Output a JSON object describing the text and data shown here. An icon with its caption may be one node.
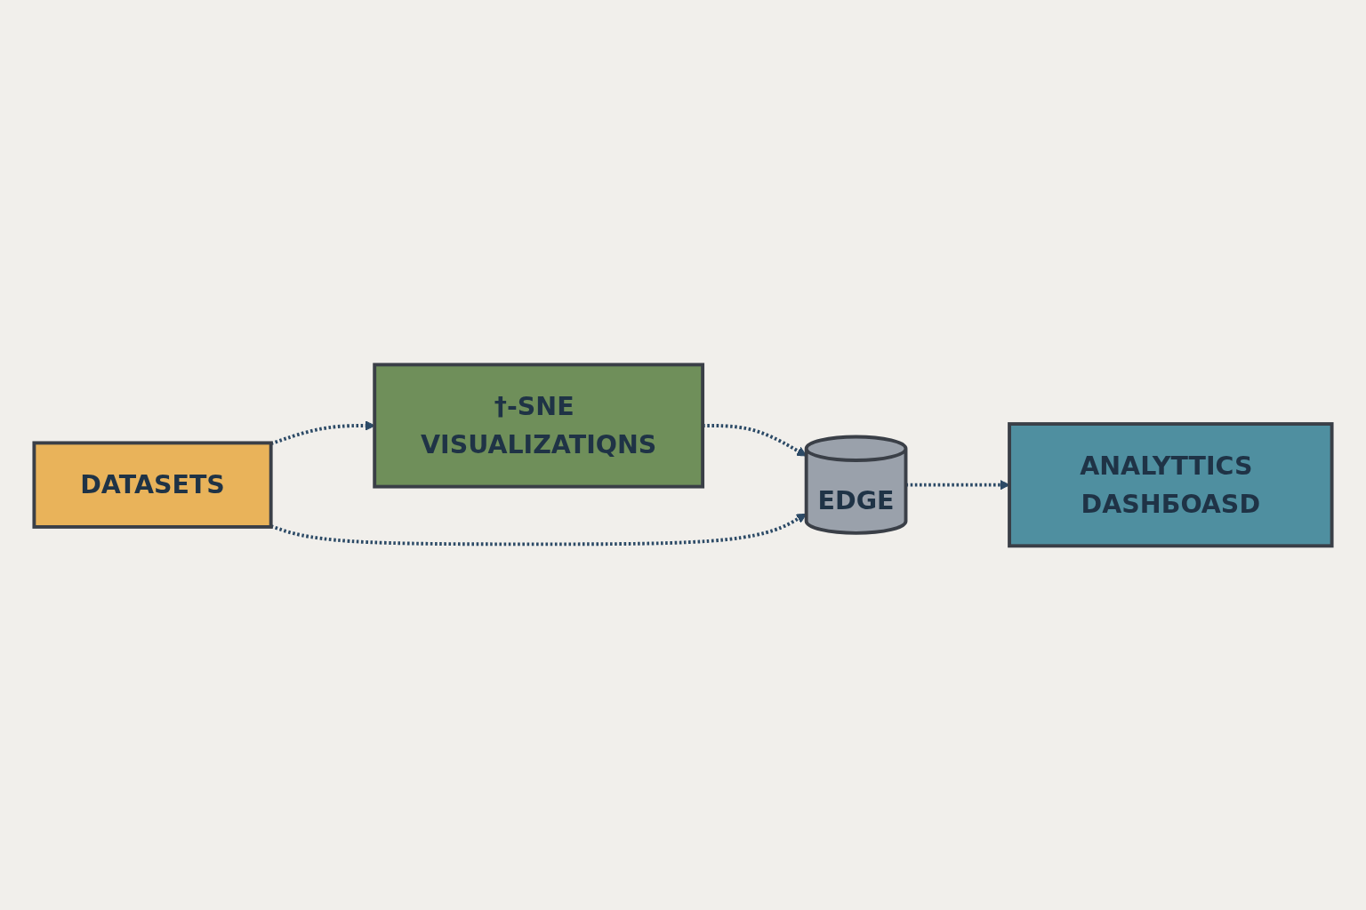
{
  "diagram": {
    "nodes": [
      {
        "text": [
          "DATASETS"
        ]
      },
      {
        "text": [
          "†-SNE VISUALIZATIQNS"
        ]
      },
      {
        "text": [
          "EDGE"
        ]
      },
      {
        "text": [
          "ANALYTTICS DASHБOASD"
        ]
      }
    ],
    "edges": [
      {
        "from": 0,
        "to": 1,
        "arrow": "to",
        "style": "dashed"
      },
      {
        "from": 1,
        "to": 2,
        "arrow": "to",
        "style": "dashed"
      },
      {
        "from": 0,
        "to": 2,
        "arrow": "to",
        "style": "dashed"
      },
      {
        "from": 2,
        "to": 3,
        "arrow": "to",
        "style": "dashed"
      }
    ]
  }
}
